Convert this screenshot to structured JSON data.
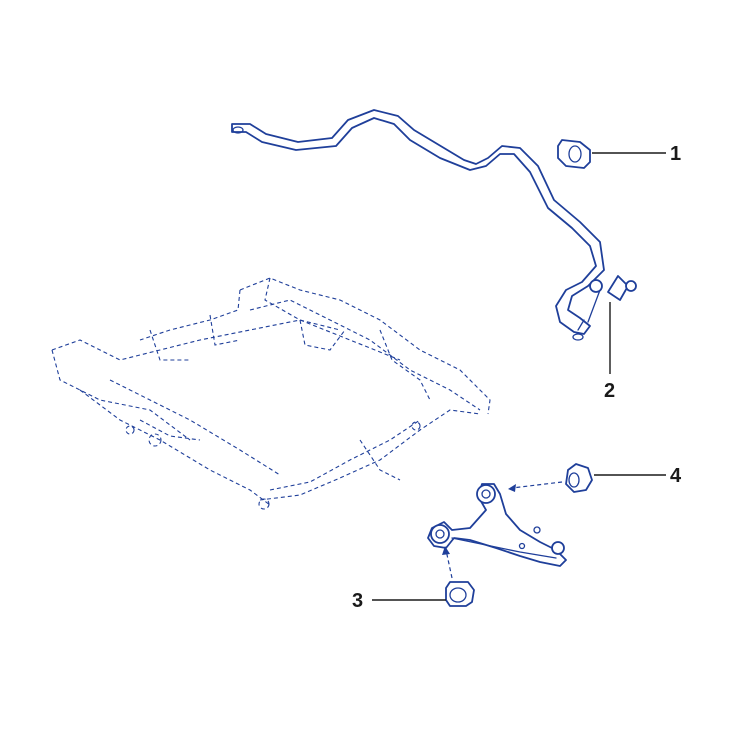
{
  "diagram": {
    "colors": {
      "line": "#1f3f9a",
      "label": "#1a1a1a",
      "background": "#ffffff"
    },
    "callouts": [
      {
        "id": "1",
        "label": "1",
        "part": "stabilizer-bar-bushing"
      },
      {
        "id": "2",
        "label": "2",
        "part": "stabilizer-link"
      },
      {
        "id": "3",
        "label": "3",
        "part": "control-arm-front-bushing"
      },
      {
        "id": "4",
        "label": "4",
        "part": "control-arm-rear-bushing"
      }
    ]
  }
}
